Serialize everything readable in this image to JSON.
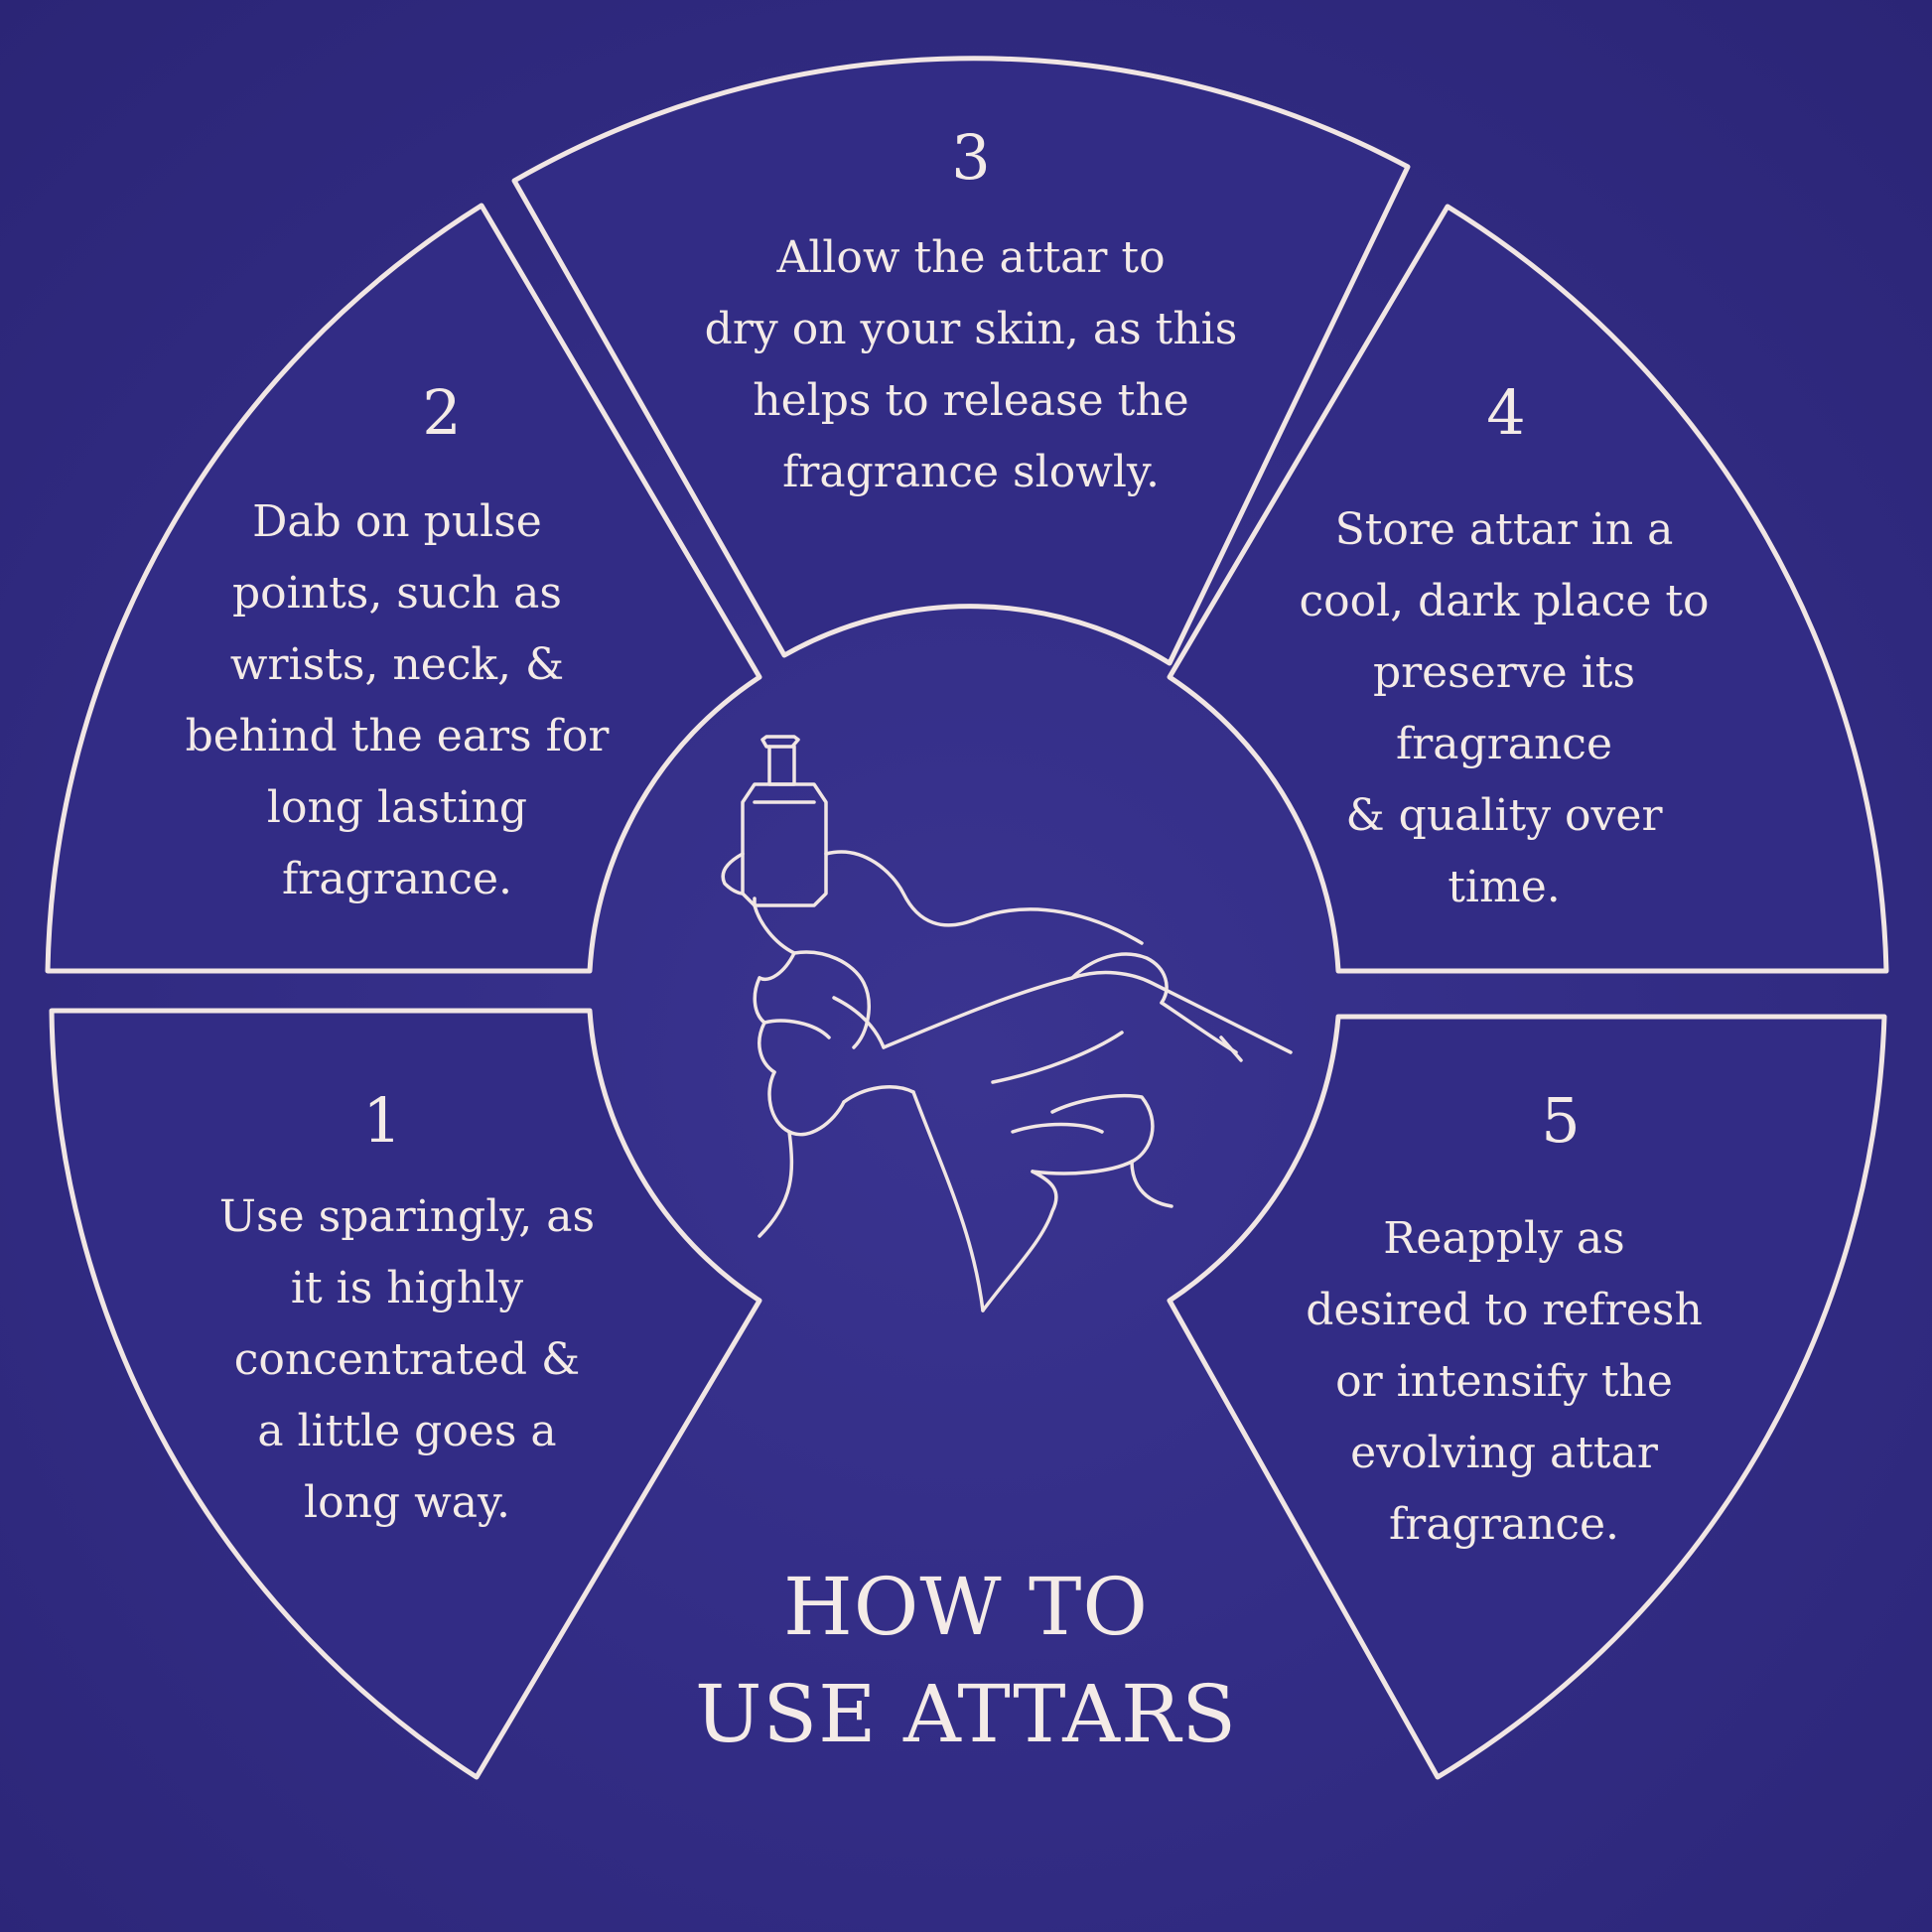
{
  "title": [
    "HOW TO",
    "USE ATTARS"
  ],
  "steps": [
    {
      "number": "1",
      "lines": [
        "Use sparingly, as",
        "it is highly",
        "concentrated &",
        "a little goes a",
        "long way."
      ]
    },
    {
      "number": "2",
      "lines": [
        "Dab on pulse",
        "points, such as",
        "wrists, neck, &",
        "behind the ears for",
        "long lasting",
        "fragrance."
      ]
    },
    {
      "number": "3",
      "lines": [
        "Allow the attar to",
        "dry on your skin, as this",
        "helps to release the",
        "fragrance slowly."
      ]
    },
    {
      "number": "4",
      "lines": [
        "Store attar in a",
        "cool, dark place to",
        "preserve its",
        "fragrance",
        "& quality over",
        "time."
      ]
    },
    {
      "number": "5",
      "lines": [
        "Reapply as",
        "desired to refresh",
        "or intensify the",
        "evolving attar",
        "fragrance."
      ]
    }
  ],
  "illustration": {
    "icon": "hands-with-attar-bottle-icon"
  },
  "colors": {
    "background": "#332d86",
    "line": "#f1e6e4",
    "text": "#f4ebe7"
  }
}
